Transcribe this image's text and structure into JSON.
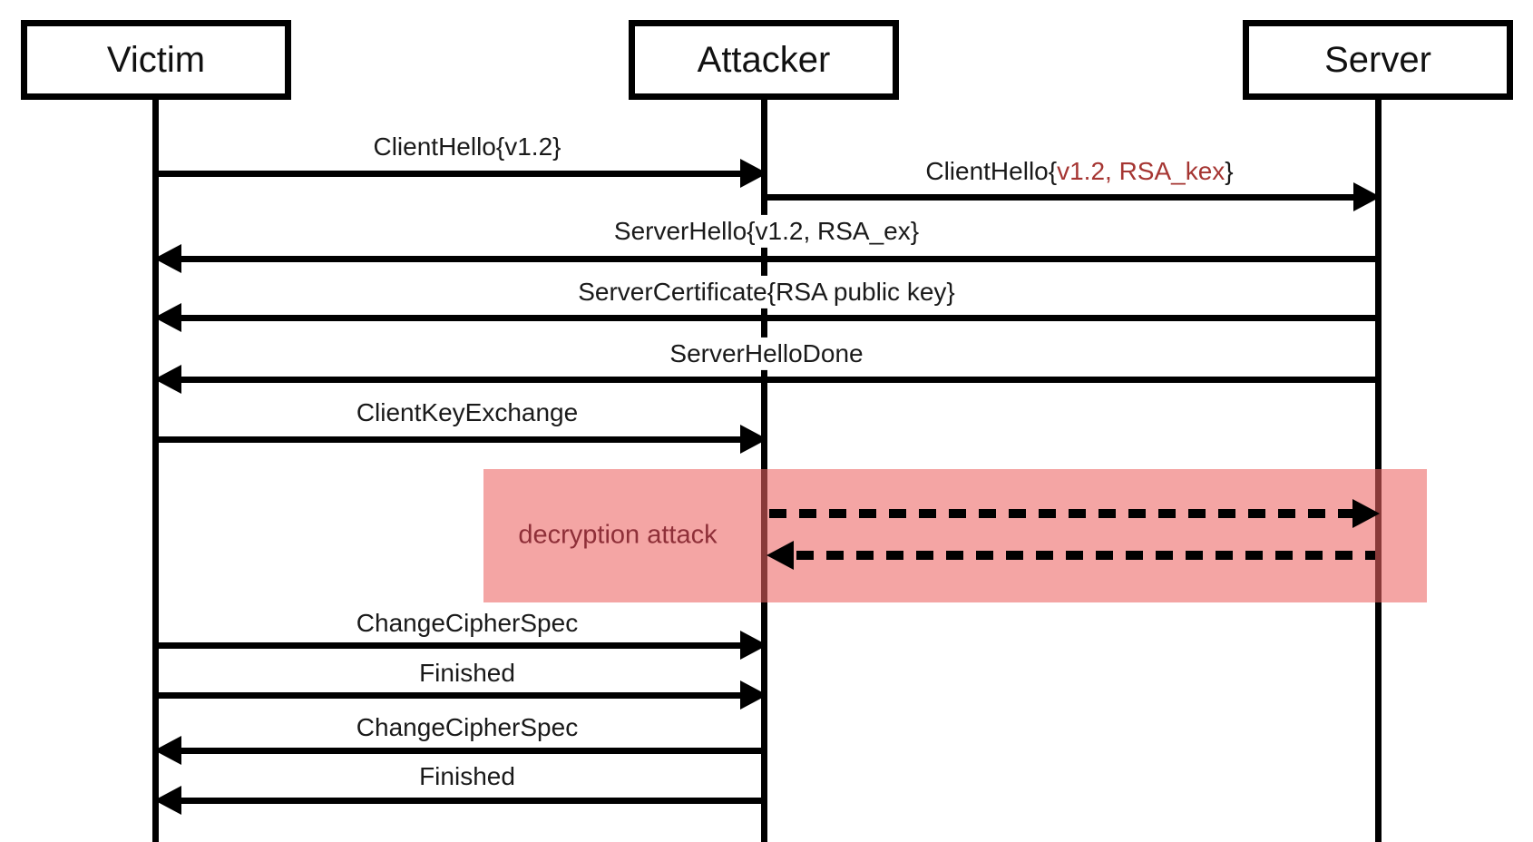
{
  "diagram": {
    "actors": [
      {
        "name": "Victim"
      },
      {
        "name": "Attacker"
      },
      {
        "name": "Server"
      }
    ],
    "messages": [
      {
        "label": "ClientHello{v1.2}",
        "from": "Victim",
        "to": "Attacker",
        "style": "solid"
      },
      {
        "label": "ClientHello{v1.2, RSA_kex}",
        "parts": {
          "prefix": "ClientHello{",
          "highlight": "v1.2, RSA_kex",
          "suffix": "}"
        },
        "from": "Attacker",
        "to": "Server",
        "style": "solid"
      },
      {
        "label": "ServerHello{v1.2, RSA_ex}",
        "from": "Server",
        "to": "Victim",
        "style": "solid"
      },
      {
        "label": "ServerCertificate{RSA public key}",
        "from": "Server",
        "to": "Victim",
        "style": "solid"
      },
      {
        "label": "ServerHelloDone",
        "from": "Server",
        "to": "Victim",
        "style": "solid"
      },
      {
        "label": "ClientKeyExchange",
        "from": "Victim",
        "to": "Attacker",
        "style": "solid"
      },
      {
        "label": "ChangeCipherSpec",
        "from": "Victim",
        "to": "Attacker",
        "style": "solid"
      },
      {
        "label": "Finished",
        "from": "Victim",
        "to": "Attacker",
        "style": "solid"
      },
      {
        "label": "ChangeCipherSpec",
        "from": "Attacker",
        "to": "Victim",
        "style": "solid"
      },
      {
        "label": "Finished",
        "from": "Attacker",
        "to": "Victim",
        "style": "solid"
      }
    ],
    "attack_band": {
      "label": "decryption attack",
      "dashed_messages": [
        {
          "from": "Attacker",
          "to": "Server",
          "style": "dashed"
        },
        {
          "from": "Server",
          "to": "Attacker",
          "style": "dashed"
        }
      ],
      "band_color": "#f4a5a4",
      "label_color": "#8e2f38"
    },
    "colors": {
      "highlight_red": "#a53532",
      "line_black": "#000000",
      "background": "#ffffff"
    }
  }
}
